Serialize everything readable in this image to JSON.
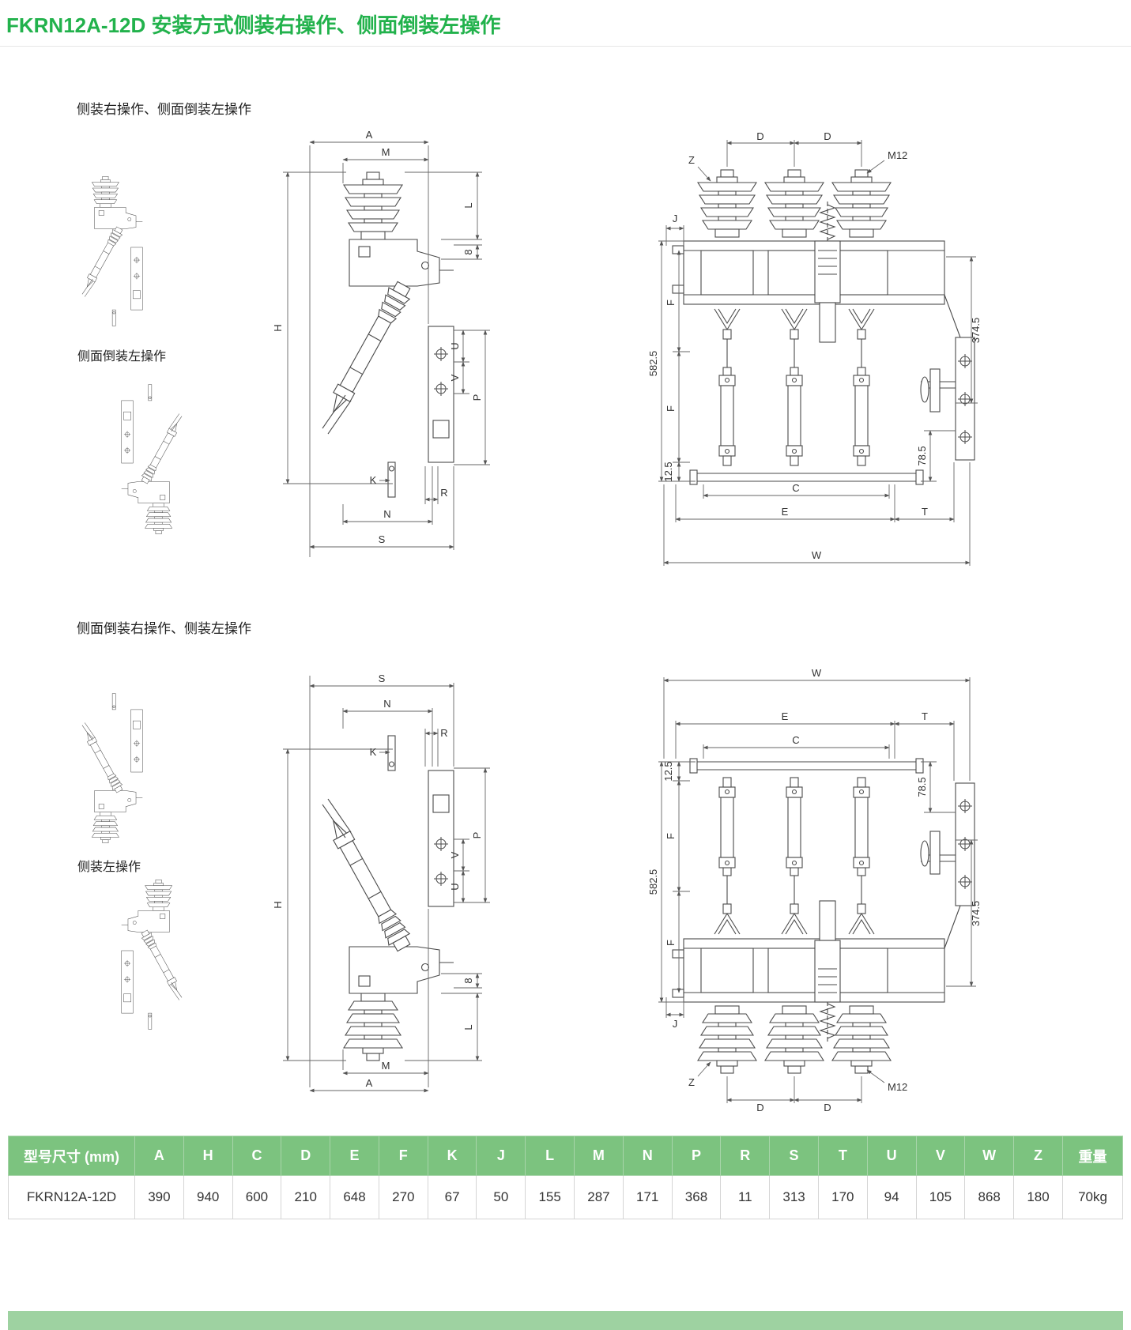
{
  "page": {
    "title": "FKRN12A-12D 安装方式侧装右操作、侧面倒装左操作"
  },
  "sections": {
    "top": {
      "label": "侧装右操作、侧面倒装左操作",
      "sub_label": "侧面倒装左操作"
    },
    "bottom": {
      "label": "侧面倒装右操作、侧装左操作",
      "sub_label": "侧装左操作"
    }
  },
  "dims": {
    "A": "A",
    "M": "M",
    "L": "L",
    "eight": "8",
    "H": "H",
    "U": "U",
    "V": "V",
    "P": "P",
    "K": "K",
    "R": "R",
    "N": "N",
    "S": "S",
    "D": "D",
    "Z": "Z",
    "M12": "M12",
    "J": "J",
    "F": "F",
    "d582": "582.5",
    "d374": "374.5",
    "d125": "12.5",
    "d785": "78.5",
    "C": "C",
    "E": "E",
    "T": "T",
    "W": "W"
  },
  "table": {
    "header": [
      "型号尺寸 (mm)",
      "A",
      "H",
      "C",
      "D",
      "E",
      "F",
      "K",
      "J",
      "L",
      "M",
      "N",
      "P",
      "R",
      "S",
      "T",
      "U",
      "V",
      "W",
      "Z",
      "重量"
    ],
    "rows": [
      [
        "FKRN12A-12D",
        "390",
        "940",
        "600",
        "210",
        "648",
        "270",
        "67",
        "50",
        "155",
        "287",
        "171",
        "368",
        "11",
        "313",
        "170",
        "94",
        "105",
        "868",
        "180",
        "70kg"
      ]
    ]
  },
  "colors": {
    "title_green": "#22b24c",
    "table_header_green": "#7cc37f",
    "partial_bar_green": "#9ed2a1",
    "drawing_line": "#4a4a4a"
  }
}
